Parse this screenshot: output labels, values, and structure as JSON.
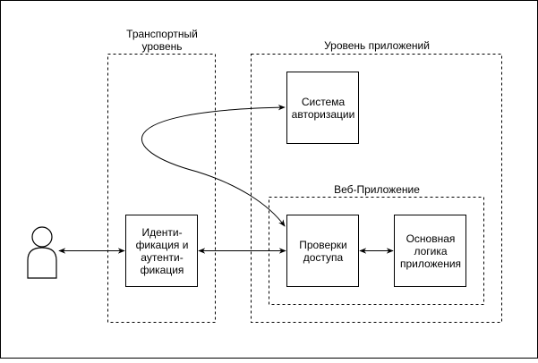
{
  "colors": {
    "stroke": "#000000",
    "fill": "#ffffff"
  },
  "icons": {
    "user": "user-icon"
  },
  "groups": {
    "transport": {
      "label": "Транспортный\nуровень"
    },
    "application": {
      "label": "Уровень приложений"
    },
    "webapp": {
      "label": "Веб-Приложение"
    }
  },
  "boxes": {
    "identification": {
      "label": "Иденти-\nфикация и\nаутенти-\nфикация"
    },
    "auth_system": {
      "label": "Система\nавторизации"
    },
    "access_check": {
      "label": "Проверки\nдоступа"
    },
    "core_logic": {
      "label": "Основная\nлогика\nприложения"
    }
  }
}
